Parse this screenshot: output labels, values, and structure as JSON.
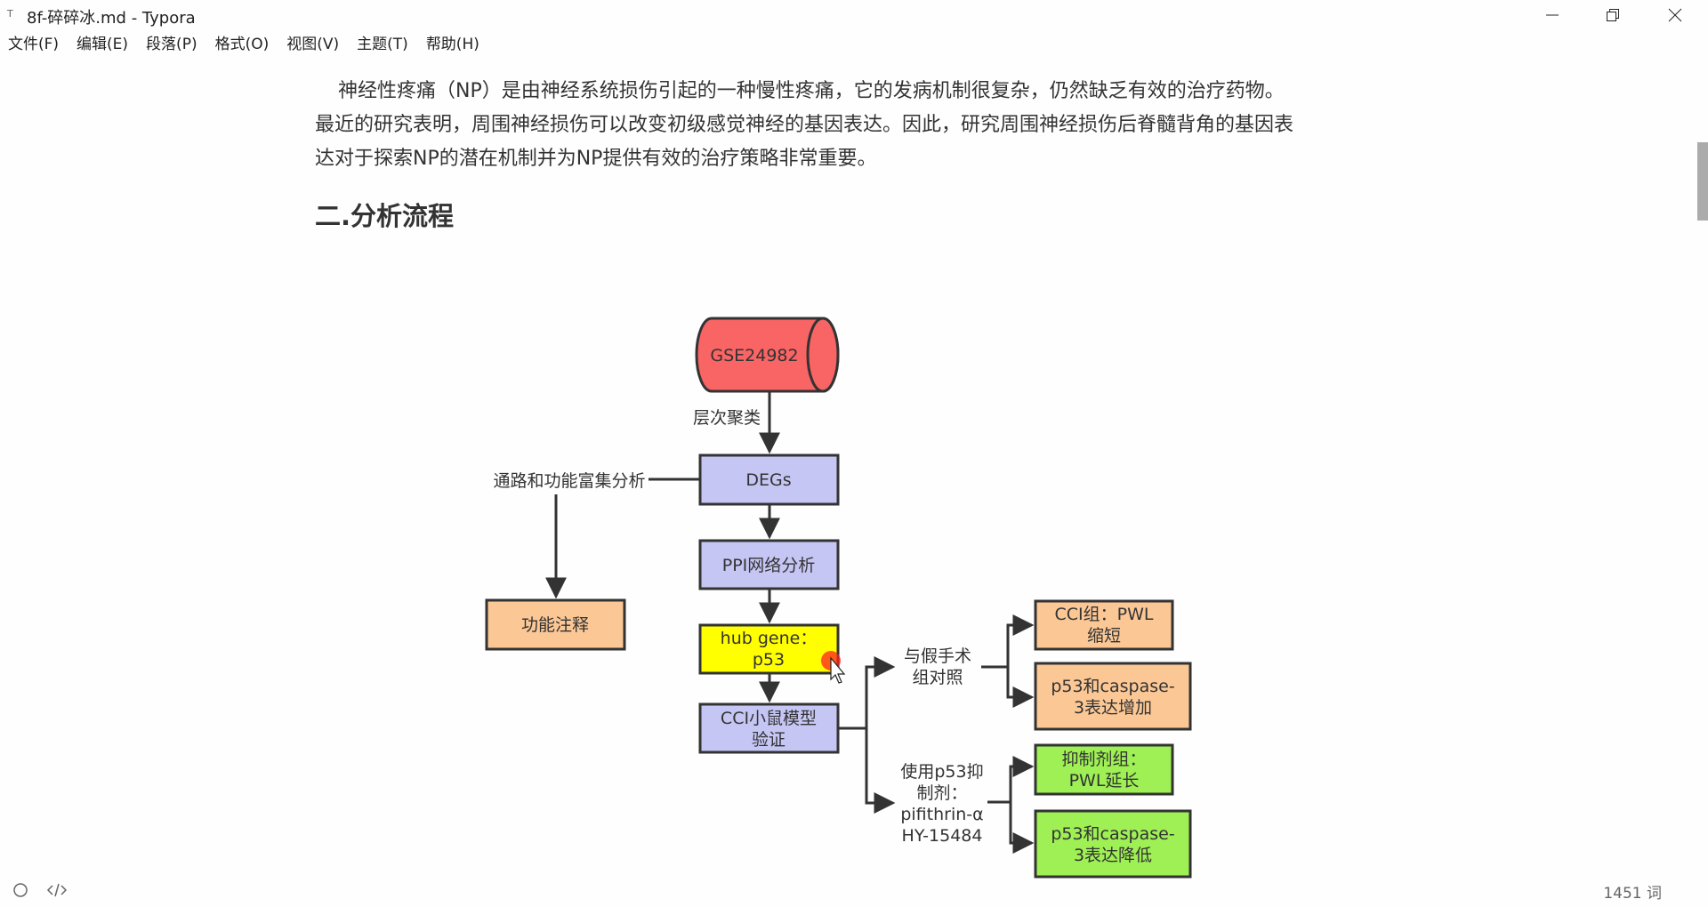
{
  "window": {
    "app_icon": "T",
    "title": "8f-碎碎冰.md - Typora",
    "controls": {
      "minimize": "minimize-icon",
      "restore": "restore-icon",
      "close": "close-icon"
    }
  },
  "menu": [
    {
      "label": "文件(F)"
    },
    {
      "label": "编辑(E)"
    },
    {
      "label": "段落(P)"
    },
    {
      "label": "格式(O)"
    },
    {
      "label": "视图(V)"
    },
    {
      "label": "主题(T)"
    },
    {
      "label": "帮助(H)"
    }
  ],
  "document": {
    "paragraph": [
      "神经性疼痛（NP）是由神经系统损伤引起的一种慢性疼痛，它的发病机制很复杂，仍然缺乏有效的治疗药物。",
      "最近的研究表明，周围神经损伤可以改变初级感觉神经的基因表达。因此，研究周围神经损伤后脊髓背角的基因表",
      "达对于探索NP的潜在机制并为NP提供有效的治疗策略非常重要。"
    ],
    "heading": "二.分析流程"
  },
  "flowchart": {
    "colors": {
      "red": "#f96464",
      "lavender": "#c6c6f5",
      "yellow": "#ffff00",
      "orange": "#fbc795",
      "green": "#9ef054",
      "stroke": "#333333"
    },
    "nodes": {
      "dataset": "GSE24982",
      "degs": "DEGs",
      "ppi": "PPI网络分析",
      "hub_line1": "hub gene：",
      "hub_line2": "p53",
      "cci_line1": "CCI小鼠模型",
      "cci_line2": "验证",
      "func_annot": "功能注释",
      "cci_group_line1": "CCI组：PWL",
      "cci_group_line2": "缩短",
      "increase_line1": "p53和caspase-",
      "increase_line2": "3表达增加",
      "inhib_group_line1": "抑制剂组：",
      "inhib_group_line2": "PWL延长",
      "decrease_line1": "p53和caspase-",
      "decrease_line2": "3表达降低"
    },
    "labels": {
      "clustering": "层次聚类",
      "enrichment": "通路和功能富集分析",
      "sham_line1": "与假手术",
      "sham_line2": "组对照",
      "inhibitor_line1": "使用p53抑",
      "inhibitor_line2": "制剂：",
      "inhibitor_line3": "pifithrin-α",
      "inhibitor_line4": "HY-15484"
    }
  },
  "statusbar": {
    "left_icons": [
      "circle-icon",
      "source-code-icon"
    ],
    "word_count": "1451 词"
  }
}
